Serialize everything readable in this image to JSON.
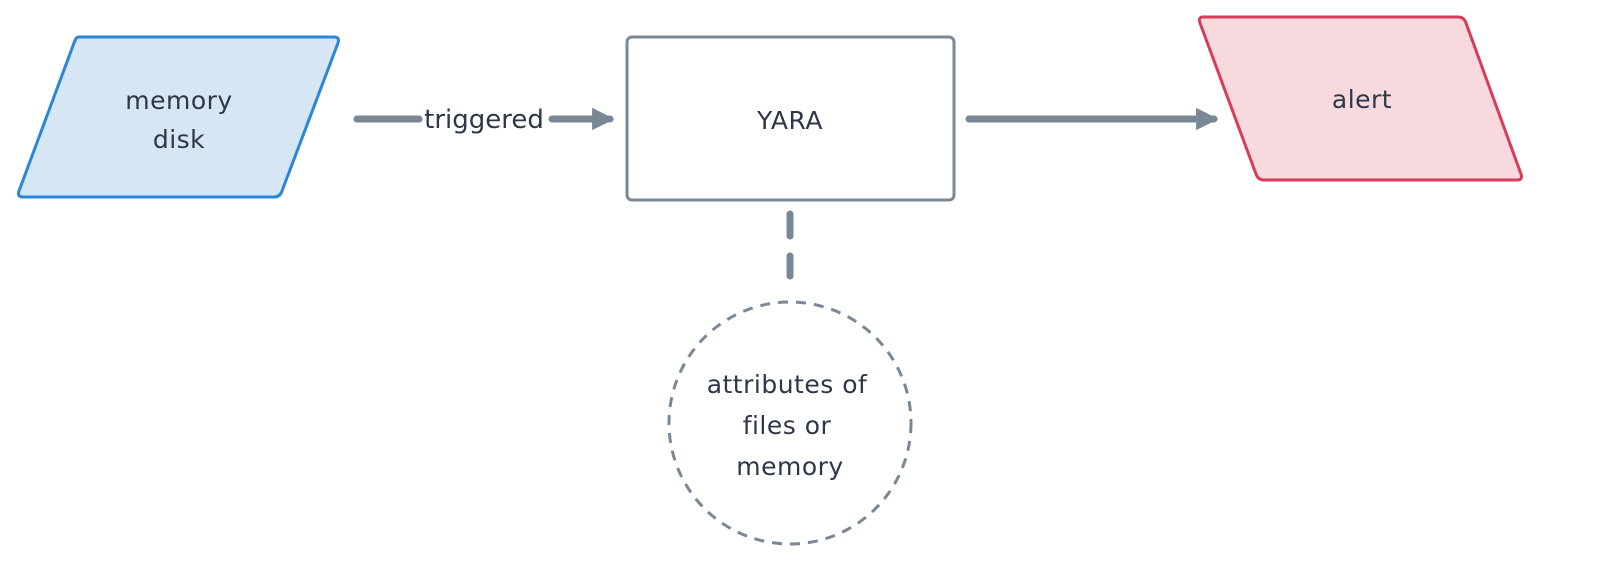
{
  "nodes": {
    "source": {
      "shape": "parallelogram",
      "lines": [
        "memory",
        "disk"
      ],
      "fill": "#d6e6f5",
      "stroke": "#2b86d9"
    },
    "process": {
      "shape": "rectangle",
      "lines": [
        "YARA"
      ],
      "fill": "#ffffff",
      "stroke": "#7a8896"
    },
    "output": {
      "shape": "parallelogram",
      "lines": [
        "alert"
      ],
      "fill": "#f7d9de",
      "stroke": "#d63d5a"
    },
    "rules": {
      "shape": "circle-dashed",
      "lines": [
        "attributes of",
        "files or",
        "memory"
      ],
      "fill": "#ffffff",
      "stroke": "#7a8896"
    }
  },
  "edges": {
    "source_to_process": {
      "label": "triggered",
      "style": "solid-arrow"
    },
    "process_to_output": {
      "label": "",
      "style": "solid-arrow"
    },
    "rules_to_process": {
      "label": "",
      "style": "dashed"
    }
  },
  "colors": {
    "edge": "#7a8896",
    "text": "#2d3748"
  }
}
